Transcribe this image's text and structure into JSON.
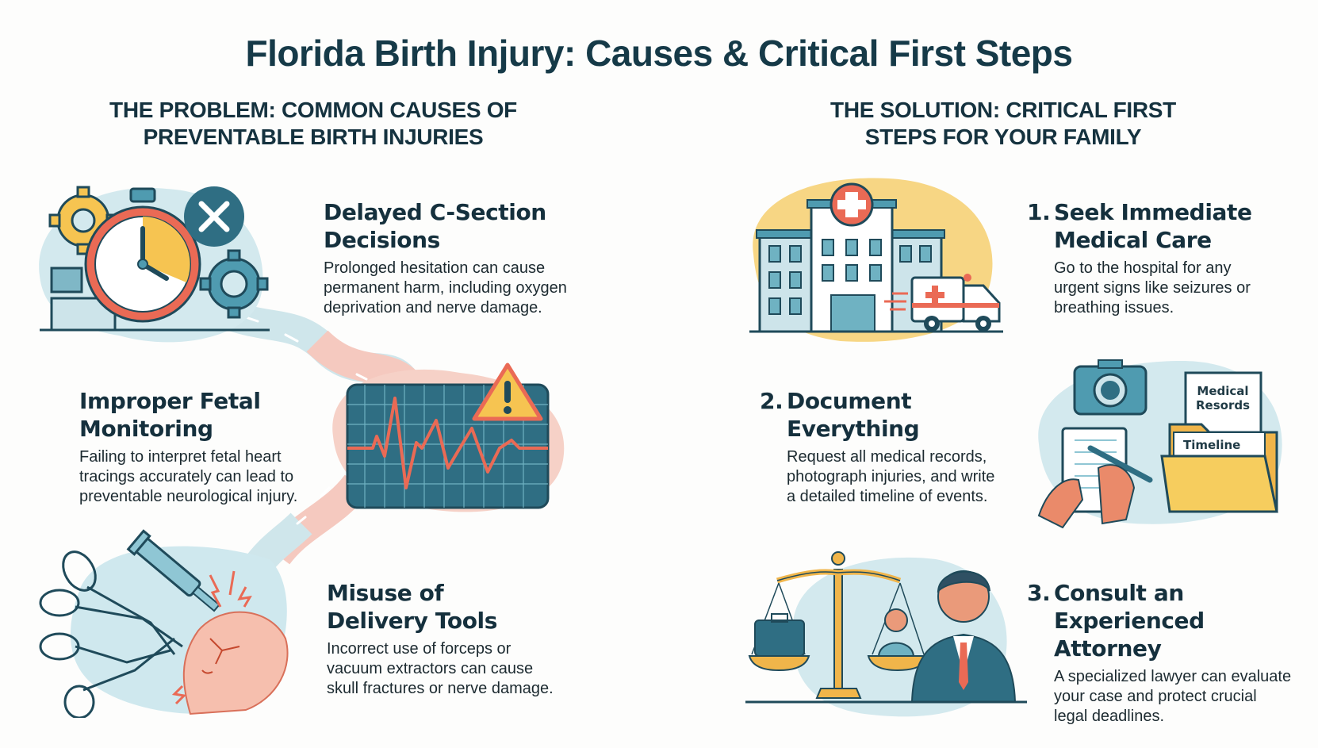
{
  "title": "Florida Birth Injury: Causes & Critical First Steps",
  "problem": {
    "heading_line1": "THE PROBLEM: COMMON CAUSES OF",
    "heading_line2": "PREVENTABLE BIRTH INJURIES",
    "items": [
      {
        "title_line1": "Delayed C-Section",
        "title_line2": "Decisions",
        "desc_lines": [
          "Prolonged hesitation can cause",
          "permanent harm, including oxygen",
          "deprivation and nerve damage."
        ],
        "icon": "stopwatch-delay-icon"
      },
      {
        "title_line1": "Improper Fetal",
        "title_line2": "Monitoring",
        "desc_lines": [
          "Failing to interpret fetal heart",
          "tracings accurately can lead to",
          "preventable neurological injury."
        ],
        "icon": "heart-monitor-warning-icon"
      },
      {
        "title_line1": "Misuse of",
        "title_line2": "Delivery Tools",
        "desc_lines": [
          "Incorrect use of forceps or",
          "vacuum extractors can cause",
          "skull fractures or nerve damage."
        ],
        "icon": "forceps-vacuum-baby-icon"
      }
    ]
  },
  "solution": {
    "heading_line1": "THE SOLUTION: CRITICAL FIRST",
    "heading_line2": "STEPS FOR YOUR FAMILY",
    "steps": [
      {
        "number": "1.",
        "title_line1": "Seek Immediate",
        "title_line2": "Medical Care",
        "desc_lines": [
          "Go to the hospital for any",
          "urgent signs like seizures or",
          "breathing issues."
        ],
        "icon": "hospital-ambulance-icon"
      },
      {
        "number": "2.",
        "title_line1": "Document",
        "title_line2": "Everything",
        "desc_lines": [
          "Request all medical records,",
          "photograph injuries, and write",
          "a detailed timeline of events."
        ],
        "icon": "camera-notes-folder-icon",
        "folder_labels": {
          "records_line1": "Medical",
          "records_line2": "Resords",
          "timeline": "Timeline"
        }
      },
      {
        "number": "3.",
        "title_line1": "Consult an",
        "title_line2": "Experienced Attorney",
        "desc_lines": [
          "A specialized lawyer can evaluate",
          "your case and protect crucial",
          "legal deadlines."
        ],
        "icon": "scales-attorney-icon"
      }
    ]
  },
  "colors": {
    "navy": "#163a48",
    "teal": "#2f7185",
    "light_blue": "#cfe8ee",
    "coral": "#ea6a55",
    "pink": "#f6cdc3",
    "yellow": "#f6c451"
  }
}
